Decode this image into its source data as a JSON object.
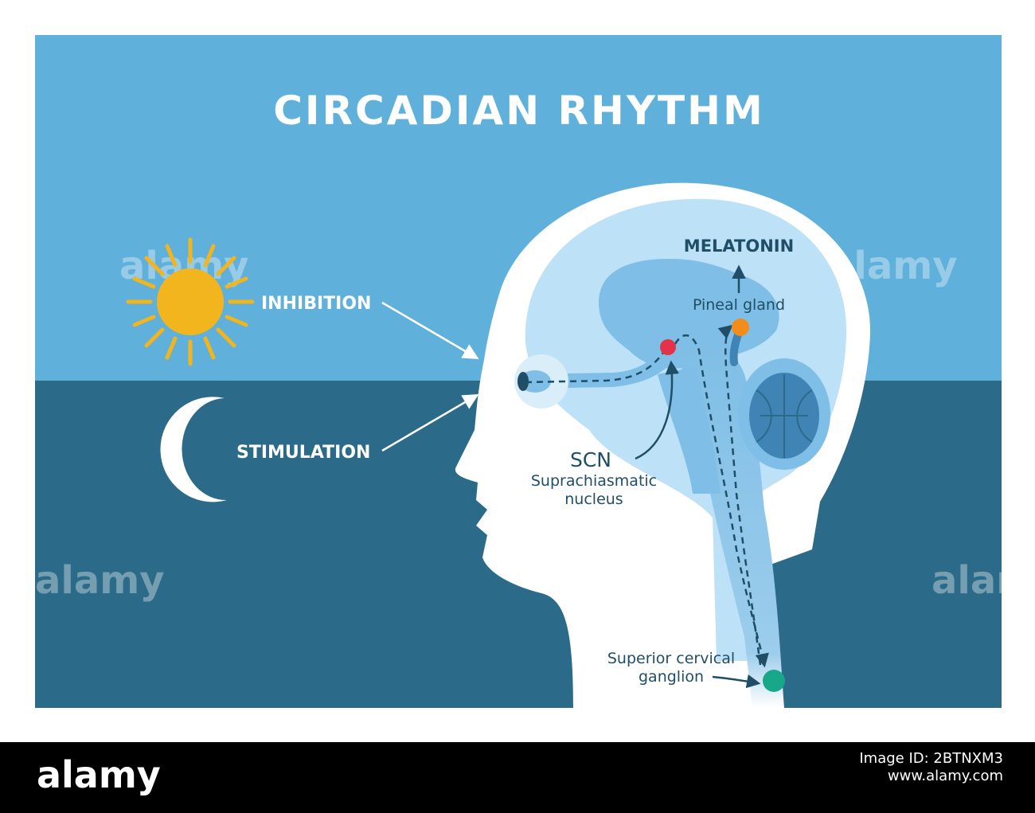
{
  "title": "CIRCADIAN RHYTHM",
  "labels": {
    "inhibition": "INHIBITION",
    "stimulation": "STIMULATION",
    "melatonin": "MELATONIN",
    "pineal_gland": "Pineal gland",
    "scn": "SCN",
    "scn_full_1": "Suprachiasmatic",
    "scn_full_2": "nucleus",
    "scg_1": "Superior cervical",
    "scg_2": "ganglion"
  },
  "watermark": "alamy",
  "footer": {
    "logo": "alamy",
    "image_id_label": "Image ID: 2BTNXM3",
    "site": "www.alamy.com"
  },
  "colors": {
    "day_sky": "#5fb0da",
    "night_sky": "#2b6a88",
    "head": "#ffffff",
    "brain_light": "#bde1f6",
    "brain_mid": "#7fbee6",
    "brain_dark": "#3f84b4",
    "sun": "#f2b51e",
    "scn_dot": "#e3334a",
    "pineal_dot": "#f28c1a",
    "scg_dot": "#18a889",
    "text_dark": "#1f4e66"
  }
}
